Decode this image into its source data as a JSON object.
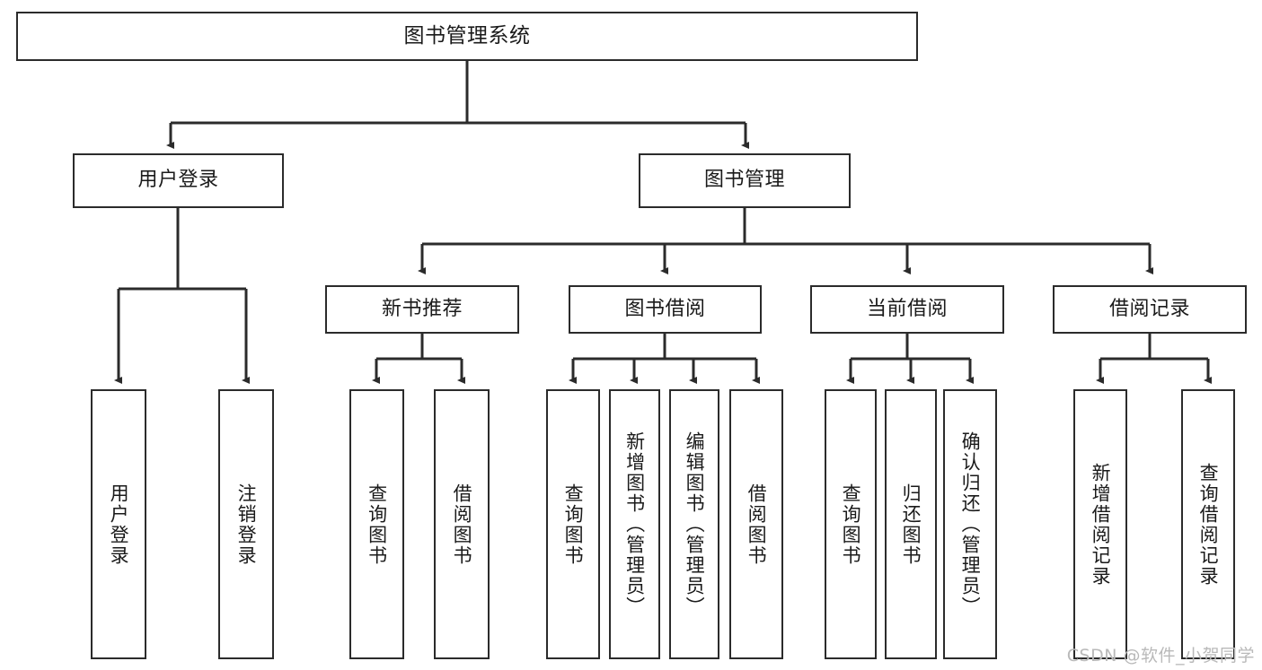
{
  "diagram": {
    "type": "tree",
    "title": "图书管理系统",
    "watermark": "CSDN @软件_小贺同学",
    "nodes": {
      "root": {
        "label": "图书管理系统"
      },
      "level2": [
        {
          "label": "用户登录"
        },
        {
          "label": "图书管理"
        }
      ],
      "level3": [
        {
          "label": "新书推荐"
        },
        {
          "label": "图书借阅"
        },
        {
          "label": "当前借阅"
        },
        {
          "label": "借阅记录"
        }
      ],
      "leaves": {
        "user_login": [
          {
            "label": "用户登录"
          },
          {
            "label": "注销登录"
          }
        ],
        "new_book_recommend": [
          {
            "label": "查询图书"
          },
          {
            "label": "借阅图书"
          }
        ],
        "book_borrow": [
          {
            "label": "查询图书"
          },
          {
            "label": "新增图书（管理员）"
          },
          {
            "label": "编辑图书（管理员）"
          },
          {
            "label": "借阅图书"
          }
        ],
        "current_borrow": [
          {
            "label": "查询图书"
          },
          {
            "label": "归还图书"
          },
          {
            "label": "确认归还（管理员）"
          }
        ],
        "borrow_record": [
          {
            "label": "新增借阅记录"
          },
          {
            "label": "查询借阅记录"
          }
        ]
      }
    },
    "colors": {
      "stroke": "#2b2b2b",
      "fill": "#ffffff",
      "text": "#1a1a1a",
      "watermark": "#b9b9b9"
    }
  }
}
